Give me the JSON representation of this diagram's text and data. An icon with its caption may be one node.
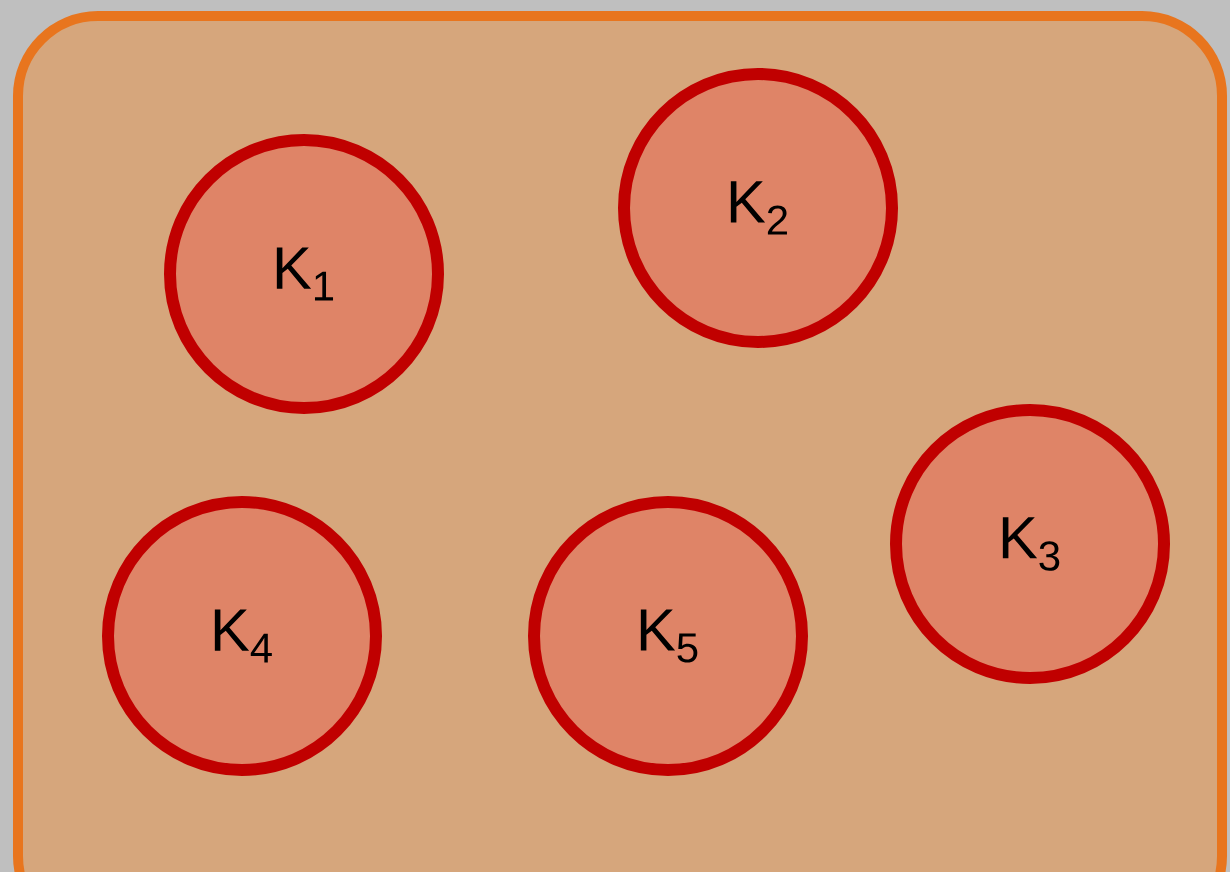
{
  "diagram": {
    "nodes": [
      {
        "text": [],
        "shape": "box"
      },
      {
        "text": [
          "K$_{1}$"
        ],
        "in": 0
      },
      {
        "text": [
          "K$_{2}$"
        ],
        "in": 0
      },
      {
        "text": [
          "K$_{3}$"
        ],
        "in": 0
      },
      {
        "text": [
          "K$_{4}$"
        ],
        "in": 0
      },
      {
        "text": [
          "K$_{5}$"
        ],
        "in": 0
      }
    ]
  }
}
